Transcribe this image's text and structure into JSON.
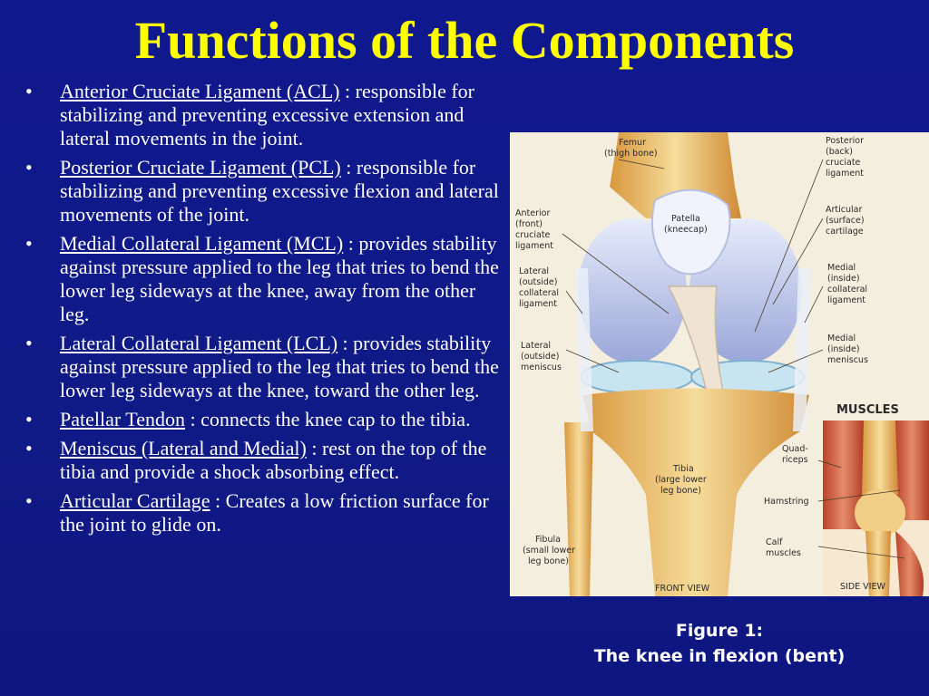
{
  "title": "Functions of the Components",
  "bullet_glyph": "•",
  "items": [
    {
      "term": "Anterior Cruciate Ligament (ACL)",
      "desc": " : responsible for stabilizing and preventing excessive extension and lateral movements in the joint."
    },
    {
      "term": "Posterior Cruciate Ligament (PCL)",
      "desc": " : responsible for stabilizing and preventing excessive flexion and lateral movements of the joint."
    },
    {
      "term": "Medial Collateral Ligament (MCL)",
      "desc": " : provides stability against pressure applied to the leg that tries to bend the lower leg sideways at the knee, away from the other leg."
    },
    {
      "term": "Lateral Collateral Ligament (LCL)",
      "desc": " : provides stability against pressure applied to the leg that tries to bend the lower leg sideways at the knee, toward the other leg."
    },
    {
      "term": "Patellar Tendon",
      "desc": " : connects the knee cap to the tibia."
    },
    {
      "term": "Meniscus (Lateral and Medial)",
      "desc": " :  rest on the top of the tibia and provide a shock absorbing effect."
    },
    {
      "term": "Articular Cartilage",
      "desc": " : Creates a low friction surface for the joint to glide on."
    }
  ],
  "figure": {
    "labels": {
      "femur": "Femur",
      "femur_sub": "(thigh bone)",
      "patella": "Patella",
      "patella_sub": "(kneecap)",
      "pcl_1": "Posterior",
      "pcl_2": "(back)",
      "pcl_3": "cruciate",
      "pcl_4": "ligament",
      "acl_1": "Anterior",
      "acl_2": "(front)",
      "acl_3": "cruciate",
      "acl_4": "ligament",
      "art_1": "Articular",
      "art_2": "(surface)",
      "art_3": "cartilage",
      "lcl_1": "Lateral",
      "lcl_2": "(outside)",
      "lcl_3": "collateral",
      "lcl_4": "ligament",
      "mcl_1": "Medial",
      "mcl_2": "(inside)",
      "mcl_3": "collateral",
      "mcl_4": "ligament",
      "lmen_1": "Lateral",
      "lmen_2": "(outside)",
      "lmen_3": "meniscus",
      "mmen_1": "Medial",
      "mmen_2": "(inside)",
      "mmen_3": "meniscus",
      "muscles": "MUSCLES",
      "quad_1": "Quad-",
      "quad_2": "riceps",
      "hamstring": "Hamstring",
      "calf_1": "Calf",
      "calf_2": "muscles",
      "tibia_1": "Tibia",
      "tibia_2": "(large lower",
      "tibia_3": "leg bone)",
      "fibula_1": "Fibula",
      "fibula_2": "(small lower",
      "fibula_3": "leg bone)",
      "front_view": "FRONT VIEW",
      "side_view": "SIDE VIEW"
    }
  },
  "caption": {
    "line1": "Figure 1:",
    "line2": "The knee in flexion (bent)"
  },
  "colors": {
    "background": "#10188e",
    "title": "#ffff00",
    "text": "#ffffff"
  }
}
